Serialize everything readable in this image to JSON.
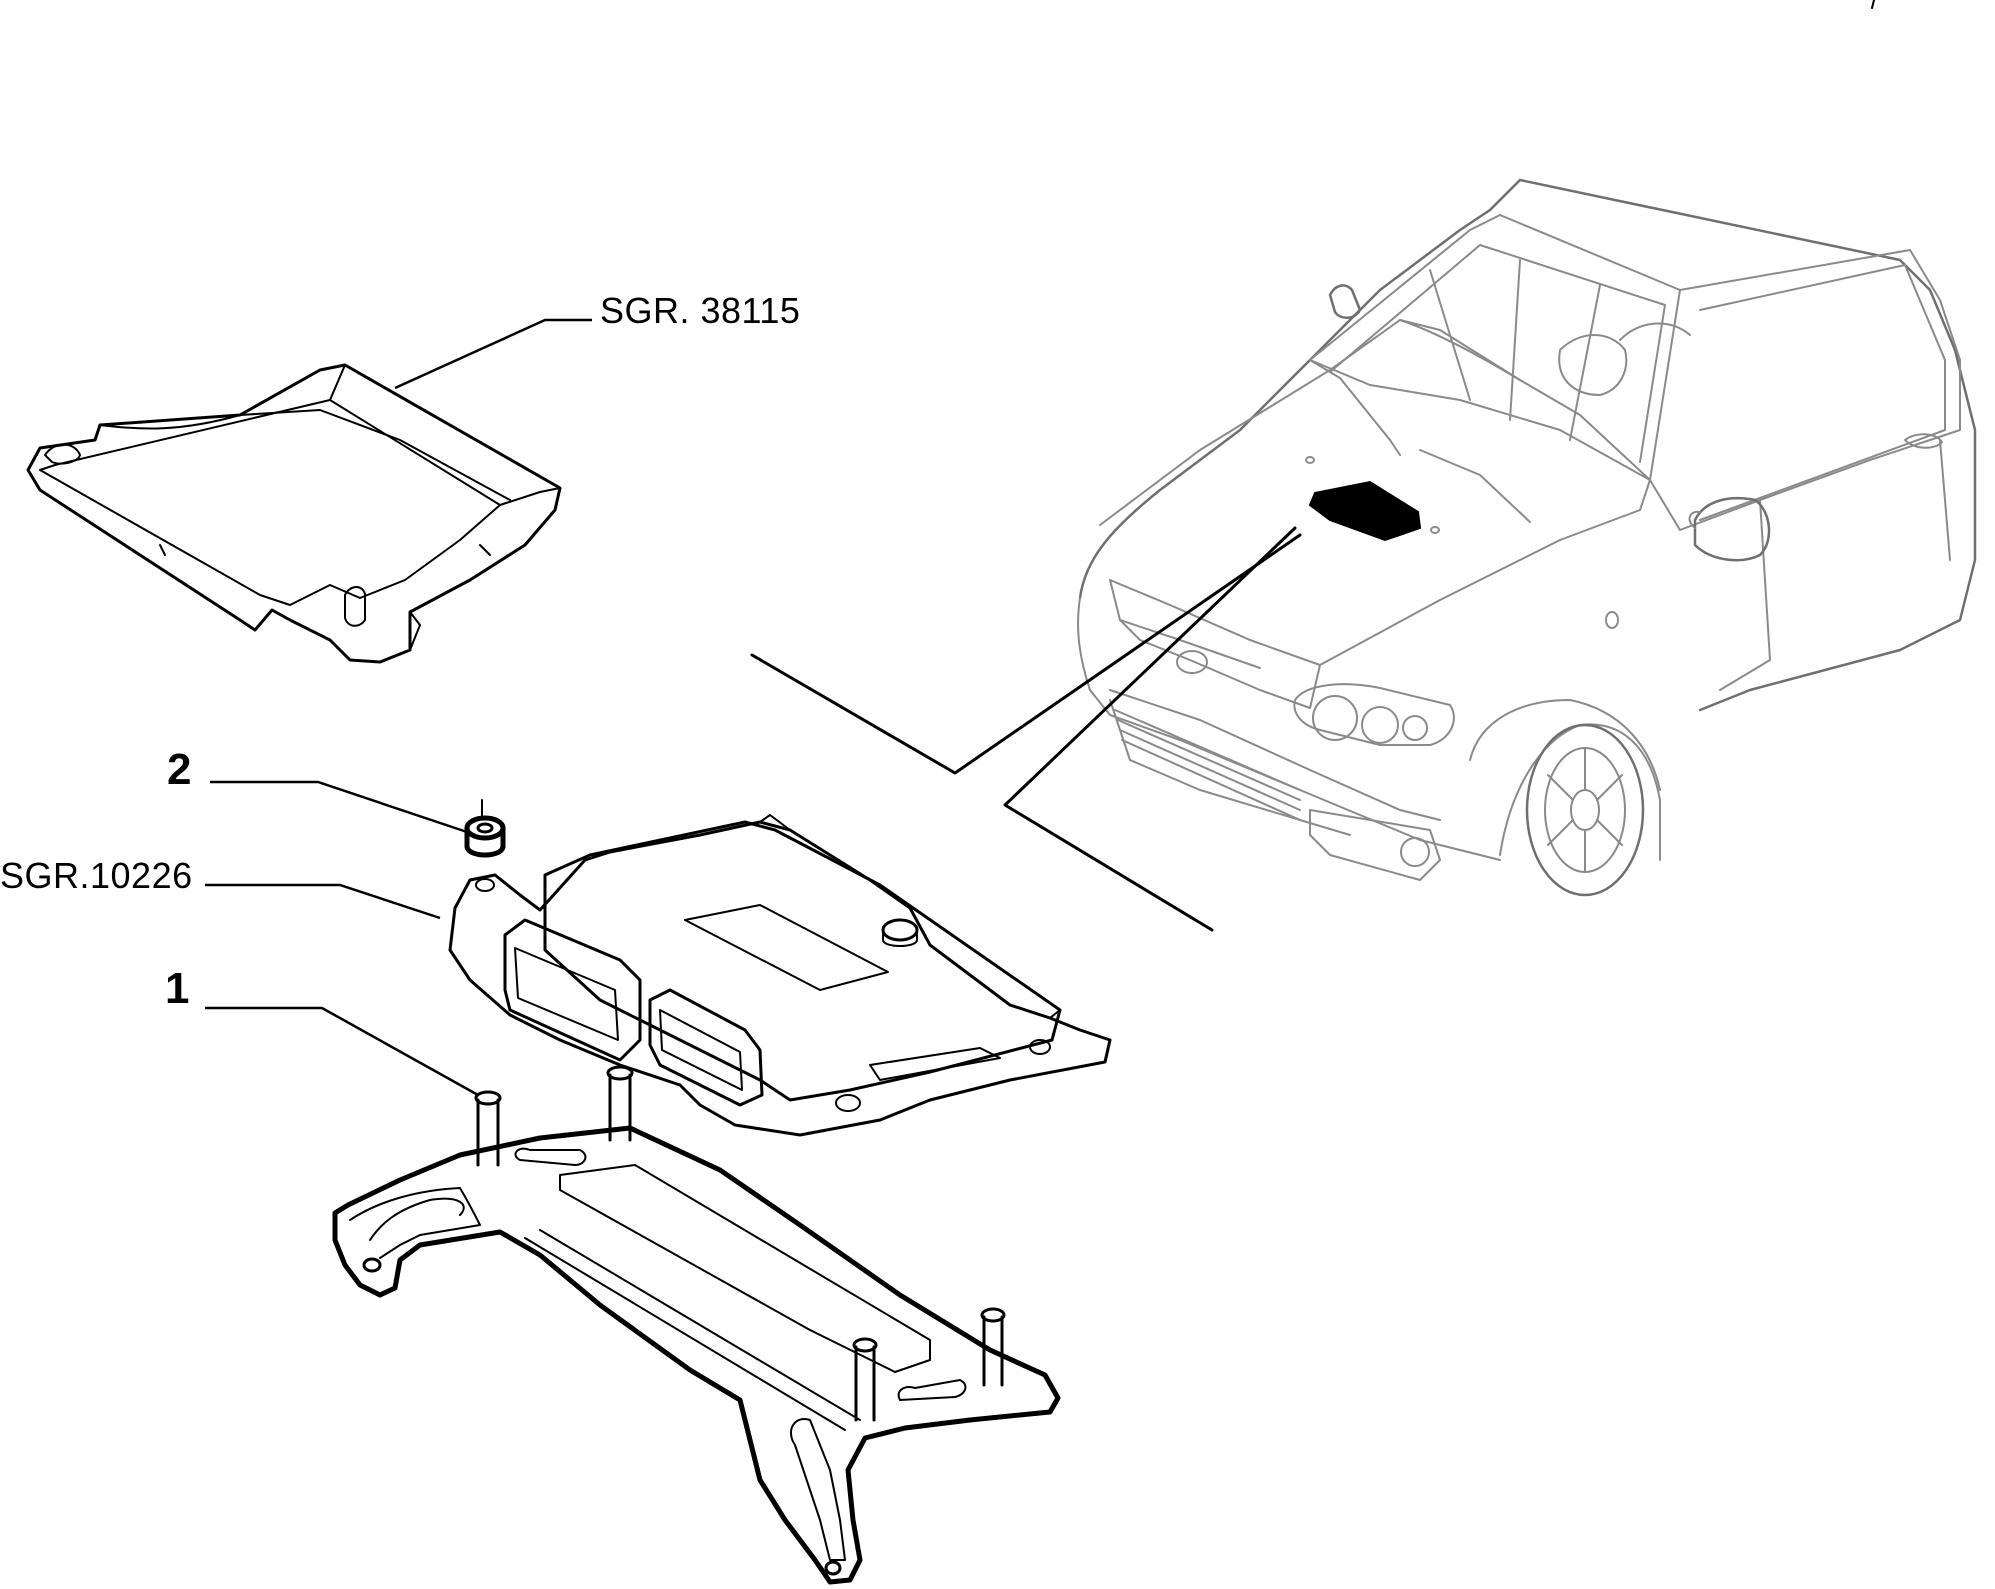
{
  "callouts": {
    "cover_ref": "SGR. 38115",
    "ecu_ref": "SGR.10226",
    "nut_num": "2",
    "bolt_num": "1"
  },
  "colors": {
    "line": "#000000",
    "car_outline": "#8a8a8a",
    "background": "#ffffff"
  }
}
